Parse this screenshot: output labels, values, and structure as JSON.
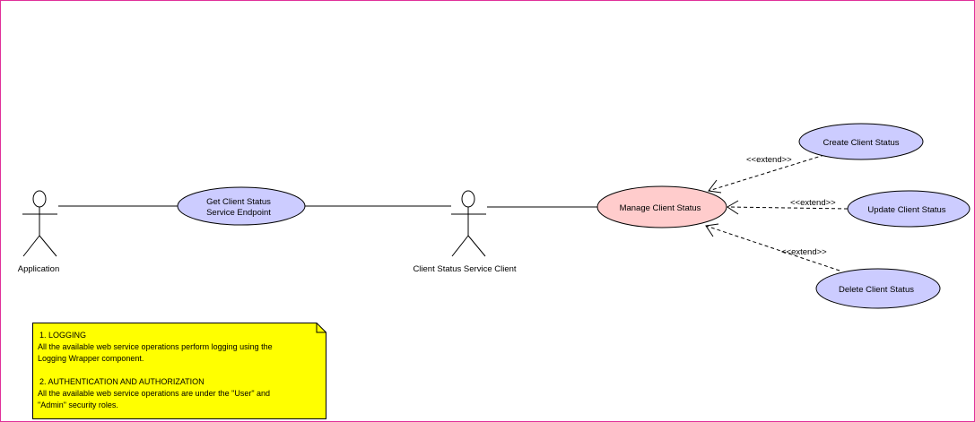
{
  "diagram": {
    "actors": [
      {
        "id": "application",
        "label": "Application"
      },
      {
        "id": "client_status_service_client",
        "label": "Client Status Service Client"
      }
    ],
    "use_cases": [
      {
        "id": "get_client_status_endpoint",
        "label_lines": [
          "Get Client Status",
          "Service Endpoint"
        ],
        "fill": "#ccccff"
      },
      {
        "id": "manage_client_status",
        "label_lines": [
          "Manage Client Status"
        ],
        "fill": "#ffcccc"
      },
      {
        "id": "create_client_status",
        "label_lines": [
          "Create Client Status"
        ],
        "fill": "#ccccff"
      },
      {
        "id": "update_client_status",
        "label_lines": [
          "Update Client Status"
        ],
        "fill": "#ccccff"
      },
      {
        "id": "delete_client_status",
        "label_lines": [
          "Delete Client Status"
        ],
        "fill": "#ccccff"
      }
    ],
    "relations": [
      {
        "from": "application",
        "to": "get_client_status_endpoint",
        "type": "association"
      },
      {
        "from": "get_client_status_endpoint",
        "to": "client_status_service_client",
        "type": "association"
      },
      {
        "from": "client_status_service_client",
        "to": "manage_client_status",
        "type": "association"
      },
      {
        "from": "create_client_status",
        "to": "manage_client_status",
        "type": "extend",
        "label": "<<extend>>"
      },
      {
        "from": "update_client_status",
        "to": "manage_client_status",
        "type": "extend",
        "label": "<<extend>>"
      },
      {
        "from": "delete_client_status",
        "to": "manage_client_status",
        "type": "extend",
        "label": "<<extend>>"
      }
    ],
    "note": {
      "fill": "#ffff00",
      "sections": [
        {
          "heading": "1. LOGGING",
          "lines": [
            "All the available web service operations perform logging using the",
            "Logging Wrapper component."
          ]
        },
        {
          "heading": "2. AUTHENTICATION AND AUTHORIZATION",
          "lines": [
            "All the available web service operations are under the \"User\" and",
            "\"Admin\" security roles."
          ]
        }
      ]
    }
  },
  "colors": {
    "border": "#e0309a",
    "use_case_default": "#ccccff",
    "use_case_highlight": "#ffcccc",
    "note": "#ffff00",
    "stroke": "#000000"
  }
}
